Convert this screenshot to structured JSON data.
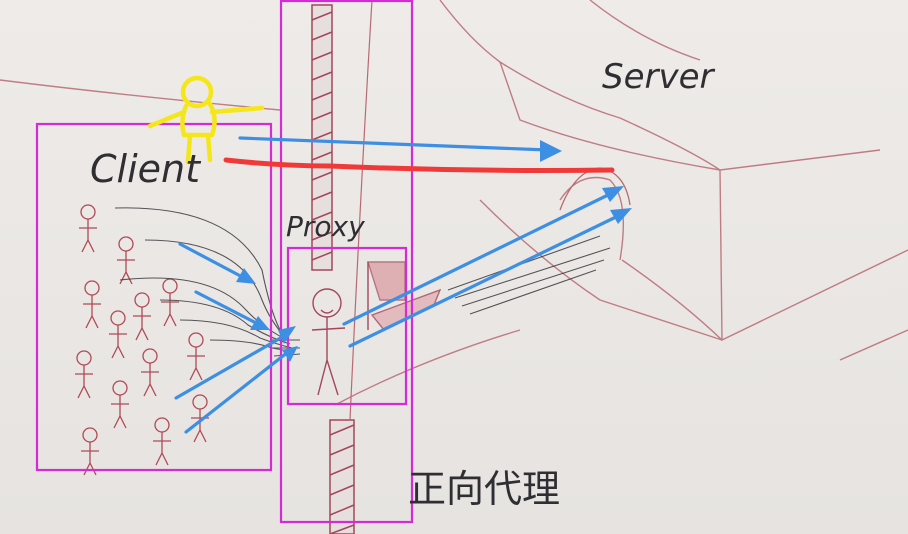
{
  "labels": {
    "server": "Server",
    "client": "Client",
    "proxy": "Proxy",
    "caption": "正向代理"
  },
  "colors": {
    "box": "#d42bd6",
    "blue_arrow": "#3d8fe3",
    "red_line": "#f03a3a",
    "yellow_figure": "#f5e61a",
    "pencil_red": "#b04a55",
    "pencil_dark": "#3a3a40"
  }
}
